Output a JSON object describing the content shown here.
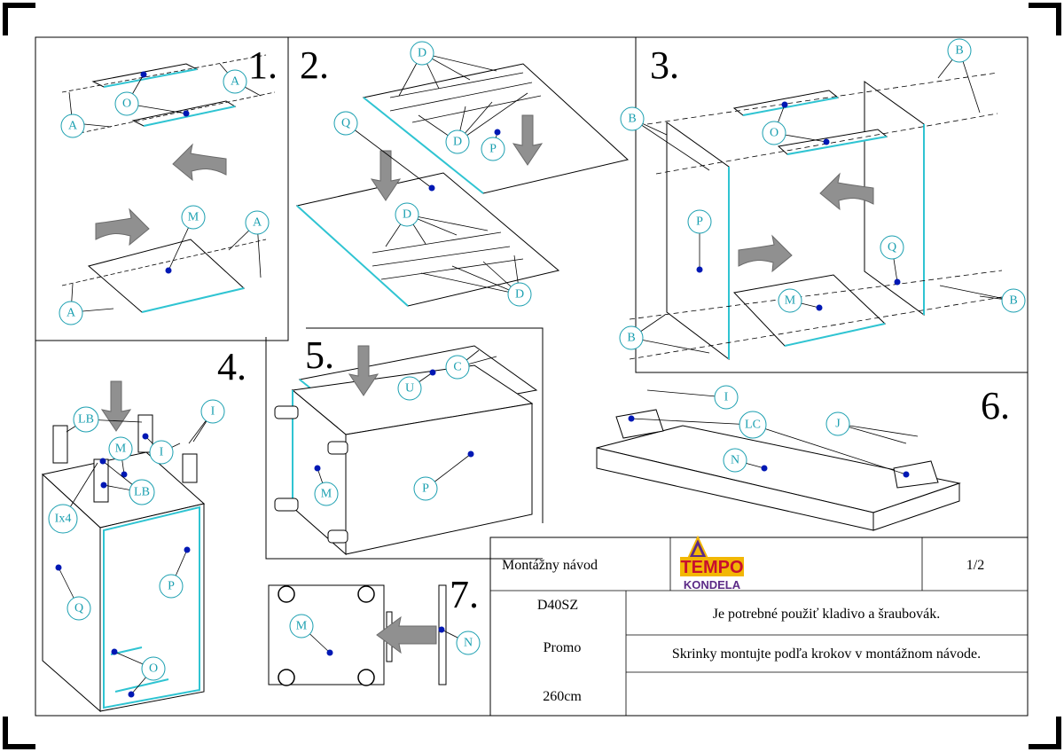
{
  "steps": [
    "1.",
    "2.",
    "3.",
    "4.",
    "5.",
    "6.",
    "7."
  ],
  "labels": {
    "A": "A",
    "O": "O",
    "M": "M",
    "D": "D",
    "Q": "Q",
    "P": "P",
    "B": "B",
    "LB": "LB",
    "I": "I",
    "Ix4": "Ix4",
    "C": "C",
    "U": "U",
    "LC": "LC",
    "N": "N"
  },
  "title_block": {
    "title": "Montážny návod",
    "page": "1/2",
    "product_code": "D40SZ",
    "product_name": "Promo",
    "size": "260cm",
    "note_tools": "Je potrebné použiť kladivo a šraubovák.",
    "note_assembly": "Skrinky montujte podľa krokov v montážnom návode.",
    "logo_top": "TEMPO",
    "logo_bottom": "KONDELA"
  },
  "colors": {
    "label": "#1a9fb0",
    "dot": "#0018b4",
    "edge": "#2fc4d2",
    "logo_red": "#c8102e",
    "logo_yellow": "#f2b705",
    "logo_purple": "#5b2a86"
  }
}
